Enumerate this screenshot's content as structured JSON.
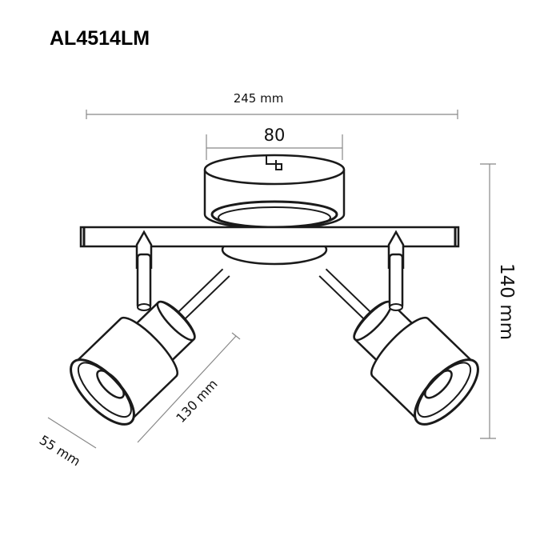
{
  "title": "AL4514LM",
  "dimensions": {
    "overall_width": "245 mm",
    "canopy_width": "80",
    "height": "140 mm",
    "arm_length": "130 mm",
    "shade_diameter": "55 mm"
  },
  "colors": {
    "line": "#1a1a1a",
    "dimension_line": "#888888"
  }
}
